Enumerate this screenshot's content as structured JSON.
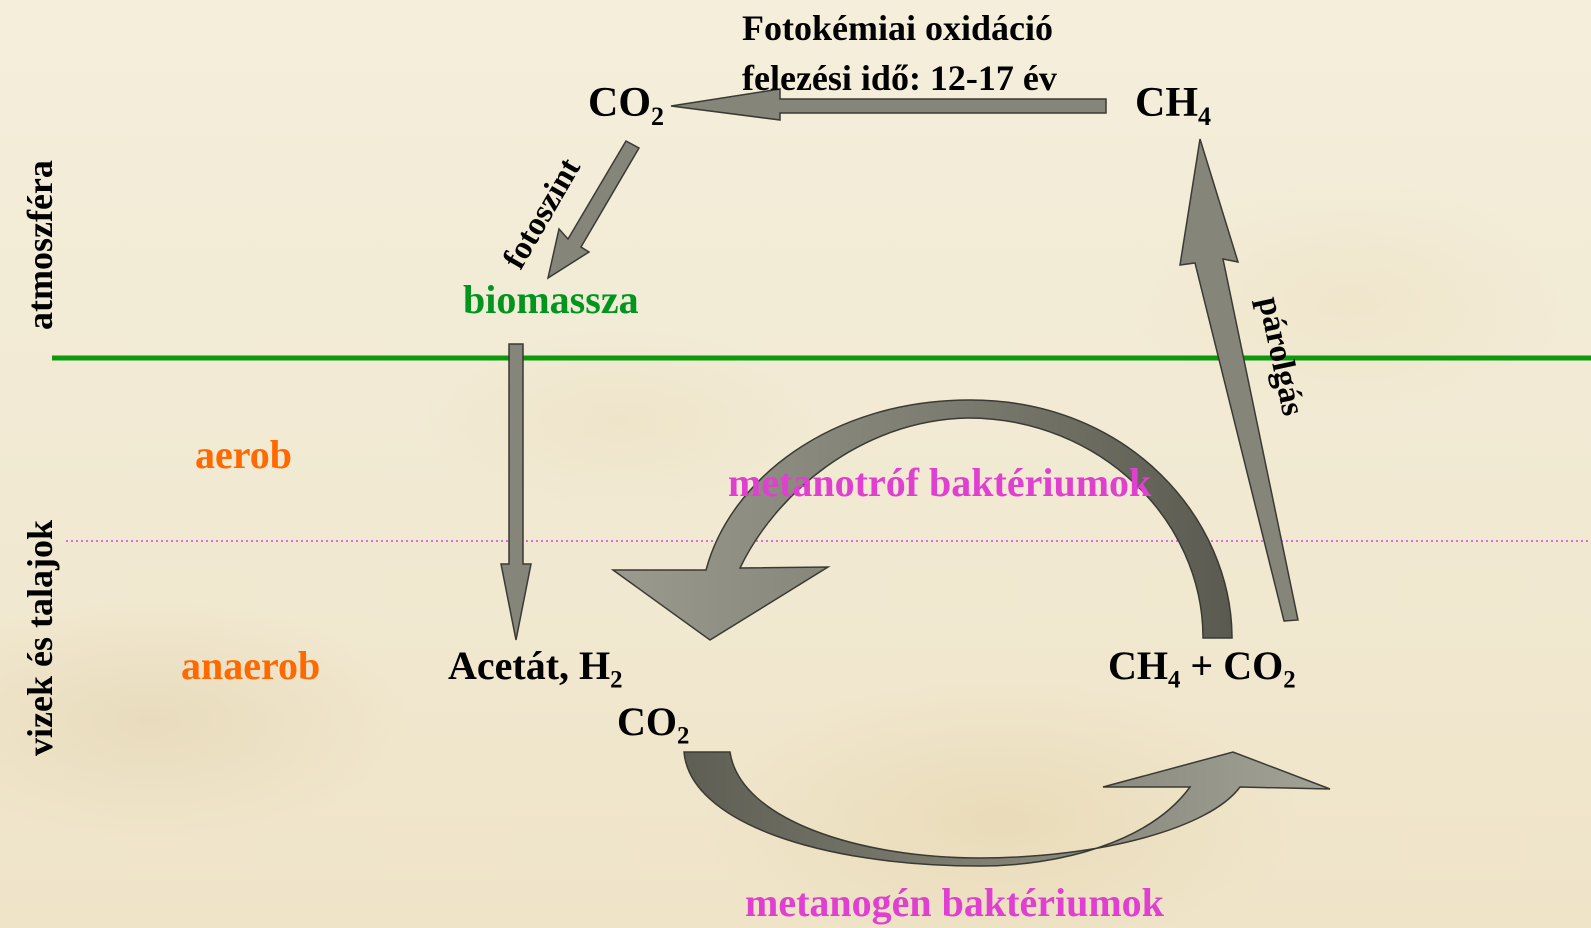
{
  "labels": {
    "zone_atmosphere": "atmoszféra",
    "zone_waters": "vizek és talajok",
    "aerob": "aerob",
    "anaerob": "anaerob",
    "photo_ox_line1": "Fotokémiai oxidáció",
    "photo_ox_line2": "felezési idő: 12-17 év",
    "co2_top_main": "CO",
    "co2_top_sub": "2",
    "ch4_top_main": "CH",
    "ch4_top_sub": "4",
    "fotoszint": "fotoszint",
    "biomassza": "biomassza",
    "parolgas": "párolgás",
    "metanotrof": "metanotróf baktériumok",
    "acetat_main": "Acetát, H",
    "acetat_sub": "2",
    "co2_mid_main": "CO",
    "co2_mid_sub": "2",
    "mix_ch4": "CH",
    "mix_ch4_sub": "4",
    "mix_plus_co": " + CO",
    "mix_co2_sub": "2",
    "metanogen": "metanogén baktériumok"
  },
  "colors": {
    "green_text": "#00961e",
    "green_line": "#0a9a0a",
    "orange_text": "#ff6a00",
    "magenta_text": "#e040d0",
    "magenta_line": "#e040e0",
    "arrow_fill": "#85857a",
    "arrow_stroke": "#3a3a34"
  }
}
